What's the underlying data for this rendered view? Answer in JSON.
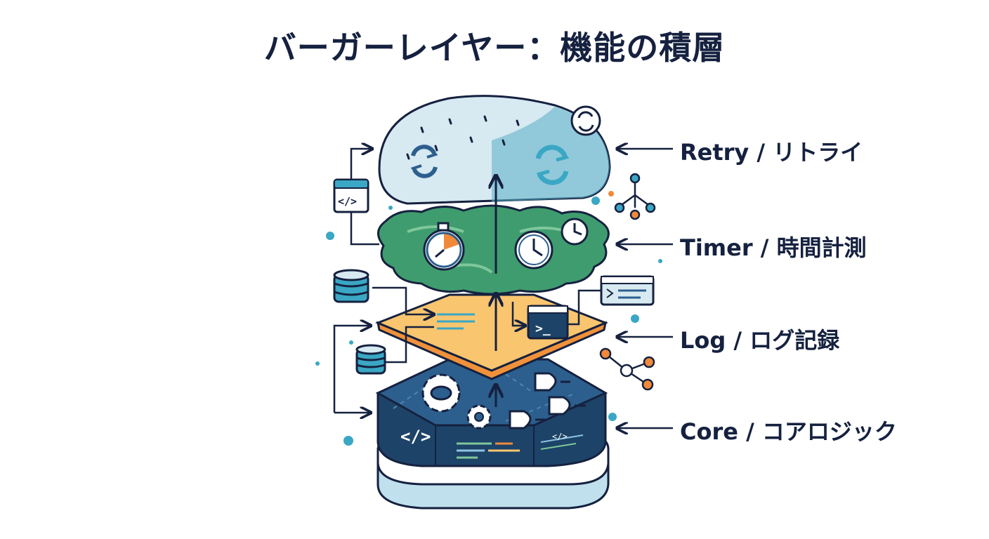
{
  "title": "バーガーレイヤー：機能の積層",
  "layers": [
    {
      "id": "retry",
      "label": "Retry / リトライ"
    },
    {
      "id": "timer",
      "label": "Timer / 時間計測"
    },
    {
      "id": "log",
      "label": "Log / ログ記録"
    },
    {
      "id": "core",
      "label": "Core / コアロジック"
    }
  ],
  "glyphs": {
    "code": "</>",
    "prompt": ">_"
  },
  "colors": {
    "navy": "#15213f",
    "bun": "#d7e9f1",
    "bun_shadow": "#57aec7",
    "lettuce": "#3f9c6e",
    "lettuce_light": "#7fc79b",
    "cheese": "#f9c56f",
    "cheese_edge": "#f0913a",
    "core": "#2c5f8e",
    "core_dark": "#1d4368",
    "bottom_bun": "#dcedf5",
    "orange": "#f08a3a",
    "teal": "#3aa7c4"
  }
}
